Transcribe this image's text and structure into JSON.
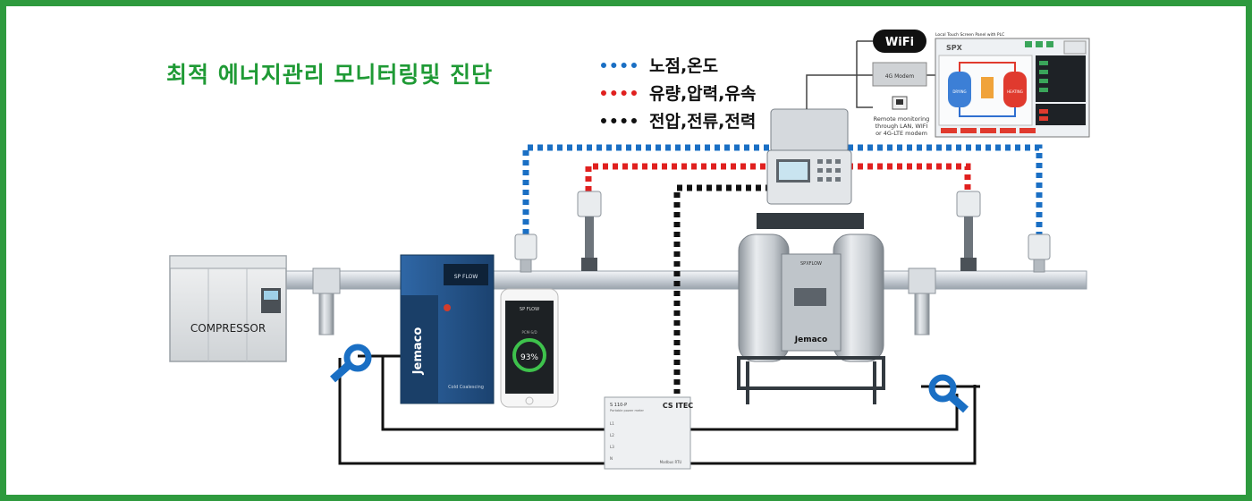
{
  "title": "최적 에너지관리 모니터링및 진단",
  "legend": [
    {
      "label": "노점,온도",
      "color": "#1a6fc4"
    },
    {
      "label": "유량,압력,유속",
      "color": "#e0201f"
    },
    {
      "label": "전압,전류,전력",
      "color": "#111111"
    }
  ],
  "equipment": {
    "compressor_label": "COMPRESSOR",
    "dryer_brand": "Jemaco",
    "dryer_panel_text": "SP FLOW",
    "dryer_caption": "Cold Coalescing",
    "adsorption_brand": "Jemaco",
    "adsorption_logo": "SPXFLOW",
    "phone_brand": "SP FLOW",
    "phone_reading": "93%",
    "phone_small": "PCM-S/D",
    "meter_logo": "CS ITEC",
    "meter_model": "S 110-P",
    "meter_sub": "Portable power meter",
    "meter_modbus": "Modbus RTU",
    "meter_terms": [
      "L1",
      "L2",
      "L3",
      "N"
    ]
  },
  "remote": {
    "wifi_label": "WiFi",
    "modem_label": "4G Modem",
    "remote_text": [
      "Remote monitoring",
      "through LAN, WIFI",
      "or 4G-LTE modem"
    ],
    "touch_panel_title": "Local Touch Screen Panel with PLC",
    "hmi_logo": "SPX",
    "hmi_vessel_left": "DRYING",
    "hmi_vessel_right": "HEATING"
  },
  "colors": {
    "border": "#2e9a3e",
    "title": "#1f9a35",
    "blue_line": "#1a6fc4",
    "red_line": "#e0201f",
    "black_line": "#111111",
    "pipe": "#d8dde2",
    "dryer_blue": "#1f4f86"
  }
}
